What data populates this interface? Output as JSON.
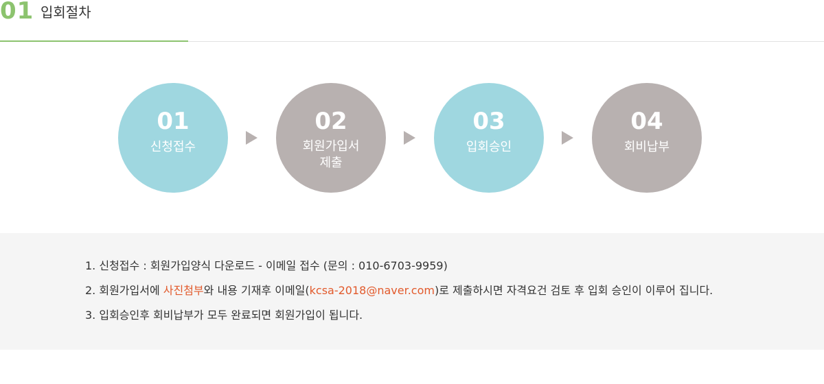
{
  "header": {
    "number": "01",
    "title": "입회절차"
  },
  "steps": [
    {
      "number": "01",
      "label_lines": [
        "신청접수"
      ]
    },
    {
      "number": "02",
      "label_lines": [
        "회원가입서",
        "제출"
      ]
    },
    {
      "number": "03",
      "label_lines": [
        "입회승인"
      ]
    },
    {
      "number": "04",
      "label_lines": [
        "회비납부"
      ]
    }
  ],
  "info": {
    "item1": "1. 신청접수 : 회원가입양식 다운로드 - 이메일 접수 (문의 : 010-6703-9959)",
    "item2": {
      "prefix": "2. 회원가입서에 ",
      "highlight1": "사진첨부",
      "middle": "와 내용 기재후 이메일(",
      "email": "kcsa-2018@naver.com",
      "suffix": ")로 제출하시면 자격요건 검토 후 입회 승인이 이루어 집니다."
    },
    "item3": "3. 입회승인후 회비납부가 모두 완료되면 회원가입이 됩니다."
  },
  "colors": {
    "accent_green": "#8cc36e",
    "circle_blue": "#9fd7e0",
    "circle_gray": "#b8b1b0",
    "highlight_orange": "#e25a2c",
    "info_bg": "#f5f5f5"
  }
}
